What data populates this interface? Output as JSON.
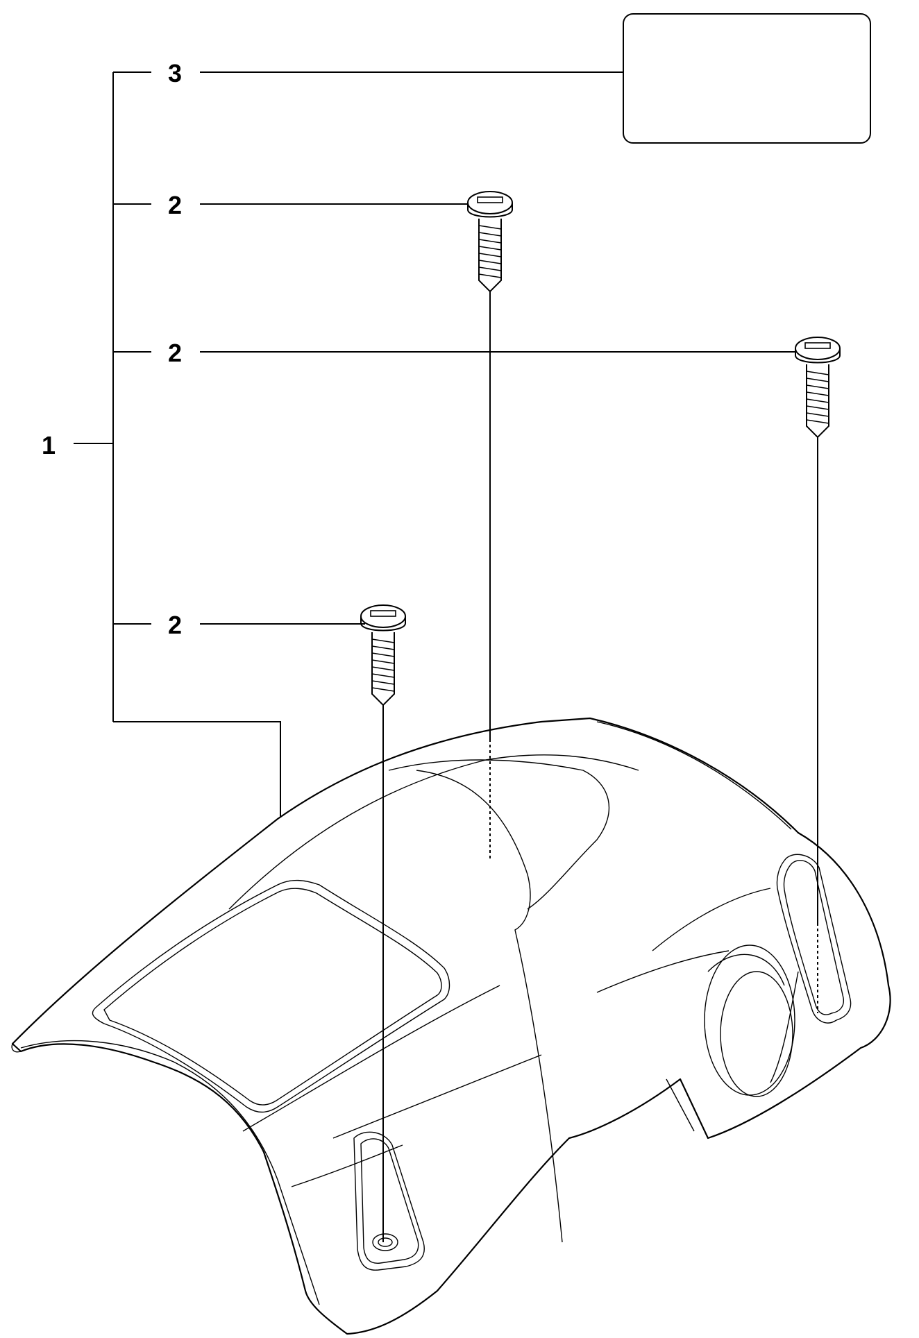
{
  "callouts": {
    "assembly": "1",
    "screw_top": "2",
    "screw_right": "2",
    "screw_bottom": "2",
    "label": "3"
  },
  "colors": {
    "line": "#000000",
    "background": "#ffffff"
  }
}
